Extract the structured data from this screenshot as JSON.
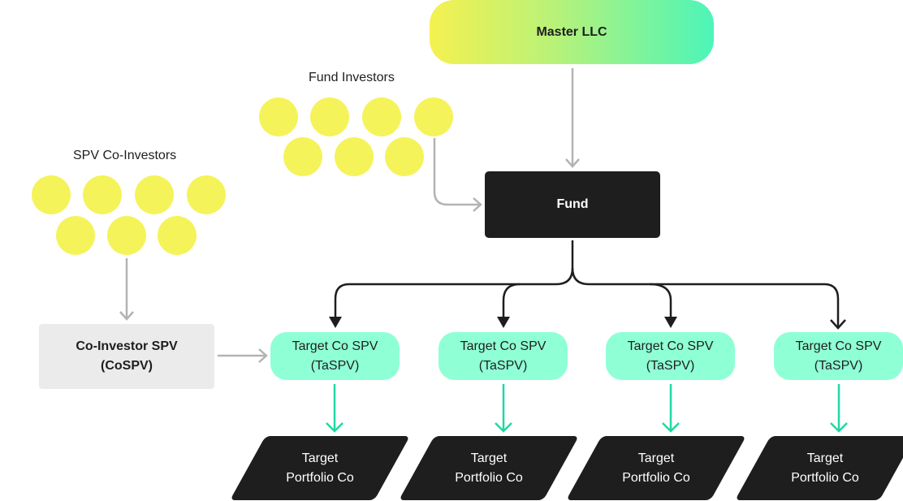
{
  "colors": {
    "dark": "#1e1e1e",
    "investor_dot": "#f5f35a",
    "taspv_fill": "#8fffd6",
    "cospv_fill": "#ebebeb",
    "teal_arrow": "#1fd9a3",
    "gray_arrow": "#b3b3b3",
    "master_gradient": [
      "#f5f150",
      "#4cf5b9"
    ]
  },
  "nodes": {
    "master": {
      "label": "Master LLC"
    },
    "fund": {
      "label": "Fund"
    },
    "fund_investors": {
      "label": "Fund Investors",
      "count": 7
    },
    "spv_co_investors": {
      "label": "SPV Co-Investors",
      "count": 7
    },
    "cospv": {
      "line1": "Co-Investor SPV",
      "line2": "(CoSPV)"
    },
    "taspv": [
      {
        "line1": "Target Co SPV",
        "line2": "(TaSPV)"
      },
      {
        "line1": "Target Co SPV",
        "line2": "(TaSPV)"
      },
      {
        "line1": "Target Co SPV",
        "line2": "(TaSPV)"
      },
      {
        "line1": "Target Co SPV",
        "line2": "(TaSPV)"
      }
    ],
    "portfolio": [
      {
        "line1": "Target",
        "line2": "Portfolio Co"
      },
      {
        "line1": "Target",
        "line2": "Portfolio Co"
      },
      {
        "line1": "Target",
        "line2": "Portfolio Co"
      },
      {
        "line1": "Target",
        "line2": "Portfolio Co"
      }
    ]
  },
  "edges": [
    {
      "from": "Master LLC",
      "to": "Fund",
      "style": "gray"
    },
    {
      "from": "Fund Investors",
      "to": "Fund",
      "style": "gray"
    },
    {
      "from": "SPV Co-Investors",
      "to": "Co-Investor SPV",
      "style": "gray"
    },
    {
      "from": "Co-Investor SPV",
      "to": "Target Co SPV 1",
      "style": "gray"
    },
    {
      "from": "Fund",
      "to": "Target Co SPV 1",
      "style": "dark"
    },
    {
      "from": "Fund",
      "to": "Target Co SPV 2",
      "style": "dark"
    },
    {
      "from": "Fund",
      "to": "Target Co SPV 3",
      "style": "dark"
    },
    {
      "from": "Fund",
      "to": "Target Co SPV 4",
      "style": "dark"
    },
    {
      "from": "Target Co SPV 1",
      "to": "Target Portfolio Co 1",
      "style": "teal"
    },
    {
      "from": "Target Co SPV 2",
      "to": "Target Portfolio Co 2",
      "style": "teal"
    },
    {
      "from": "Target Co SPV 3",
      "to": "Target Portfolio Co 3",
      "style": "teal"
    },
    {
      "from": "Target Co SPV 4",
      "to": "Target Portfolio Co 4",
      "style": "teal"
    }
  ]
}
